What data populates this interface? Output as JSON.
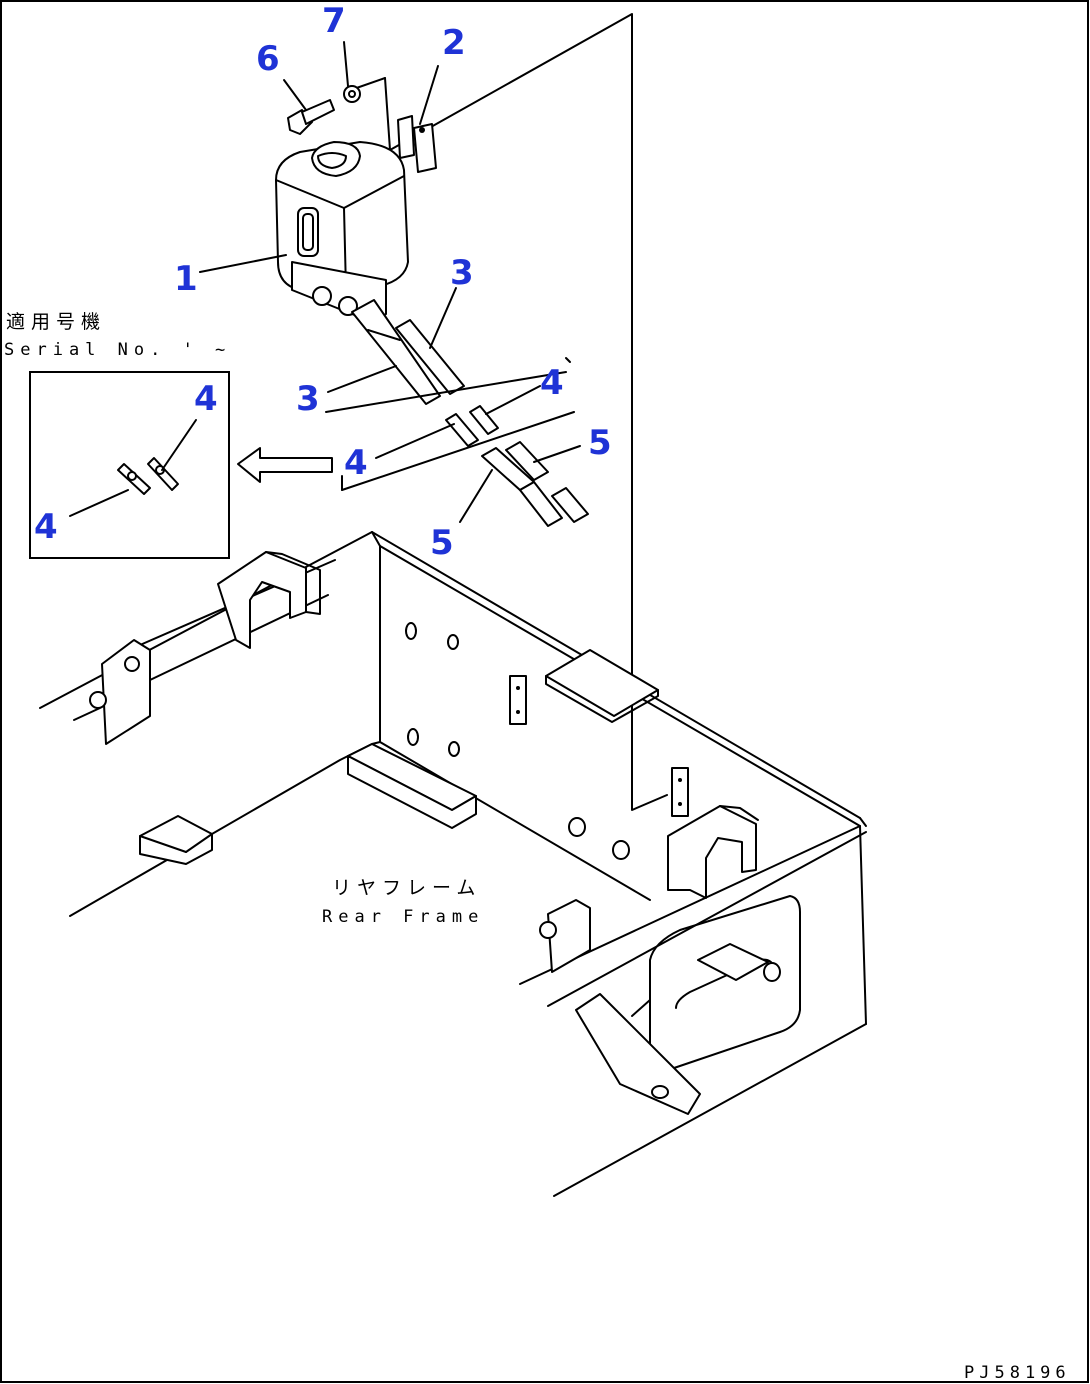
{
  "callouts": {
    "c1": "1",
    "c2": "2",
    "c3a": "3",
    "c3b": "3",
    "c4a": "4",
    "c4b": "4",
    "c4c": "4",
    "c4d": "4",
    "c5a": "5",
    "c5b": "5",
    "c6": "6",
    "c7": "7"
  },
  "labels": {
    "serial_jp": "適用号機",
    "serial_en": "Serial No.  ' ~",
    "rear_frame_jp": "リヤフレーム",
    "rear_frame_en": "Rear Frame",
    "drawing_code": "PJ58196"
  },
  "colors": {
    "callout": "#1f33d6",
    "line": "#000000",
    "background": "#ffffff"
  }
}
